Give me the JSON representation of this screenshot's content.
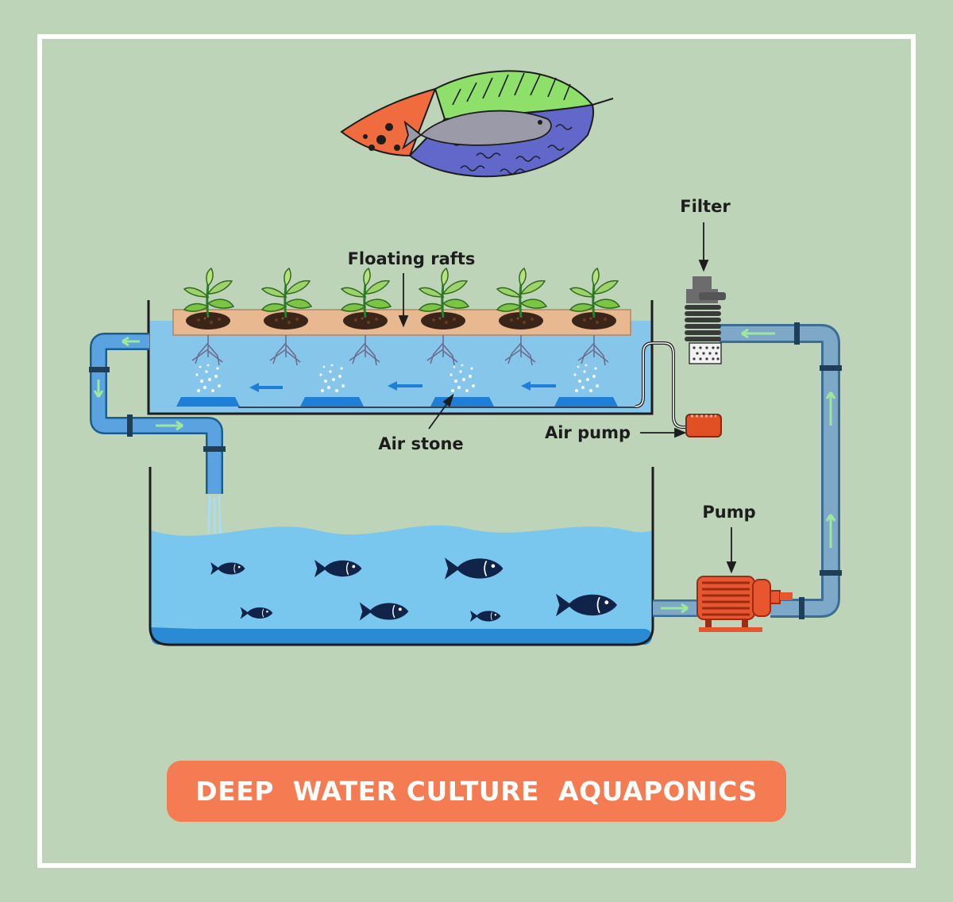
{
  "title": "DEEP  WATER CULTURE  AQUAPONICS",
  "labels": {
    "floating_rafts": "Floating rafts",
    "filter": "Filter",
    "air_pump": "Air pump",
    "air_stone": "Air stone",
    "pump": "Pump"
  },
  "colors": {
    "background": "#bdd4b8",
    "frame": "#ffffff",
    "water": "#79c7ef",
    "pipe": "#5ba2e0",
    "return_pipe": "#7ea8c8",
    "flow_arrow": "#9ee89a",
    "raft": "#e8b990",
    "pump": "#e8562f",
    "title_banner": "#f47b52",
    "fish": "#10244a"
  },
  "icons": [
    "leaf-fish-logo",
    "plant-icon",
    "fish-icon",
    "filter-icon",
    "air-pump-icon",
    "water-pump-icon",
    "air-stone-icon"
  ]
}
